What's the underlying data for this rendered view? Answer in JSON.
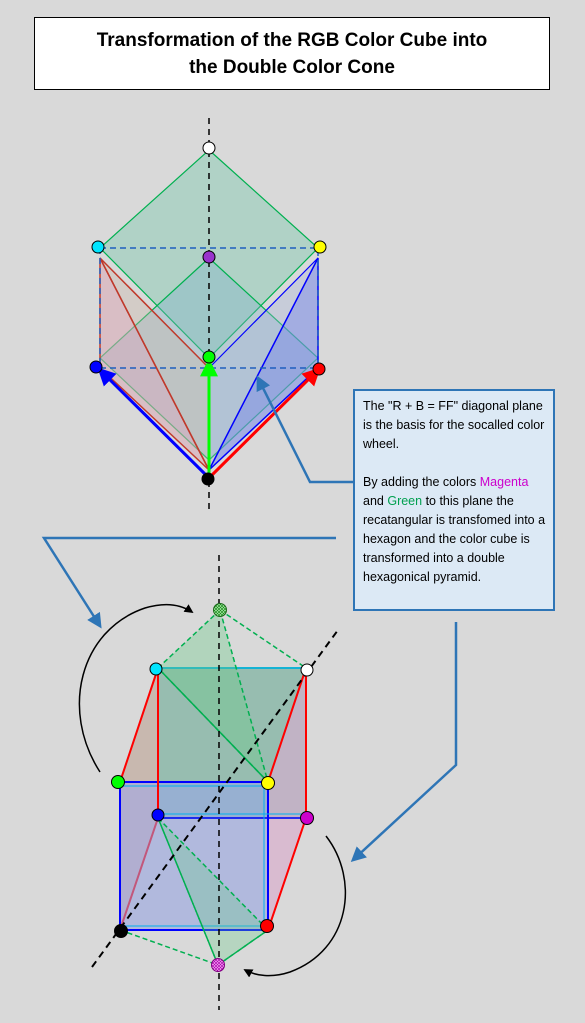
{
  "title": {
    "line1": "Transformation of the RGB Color Cube into",
    "line2": "the Double Color Cone"
  },
  "note": {
    "para1": "The \"R + B = FF\" diagonal plane is the basis for the socalled color wheel.",
    "para2_prefix": "By adding the colors ",
    "magenta_word": "Magenta",
    "and_word": " and ",
    "green_word": "Green",
    "para2_suffix": " to this plane the recatangular is transfomed into a hexagon and the color cube is transformed into a double hexagonical pyramid."
  },
  "colors": {
    "background": "#d9d9d9",
    "callout_blue": "#2e75b6",
    "callout_fill": "#dce9f5",
    "edge_red": "#ff0000",
    "edge_blue": "#0000ff",
    "edge_green": "#00b050",
    "magenta_text": "#cc00cc",
    "green_text": "#00a050"
  },
  "vertices": {
    "black": "#000000",
    "white": "#ffffff",
    "red": "#ff0000",
    "green": "#00ff00",
    "blue": "#0000ff",
    "cyan": "#00e5ff",
    "magenta": "#cc00cc",
    "yellow": "#ffff00",
    "purple": "#9933cc"
  }
}
